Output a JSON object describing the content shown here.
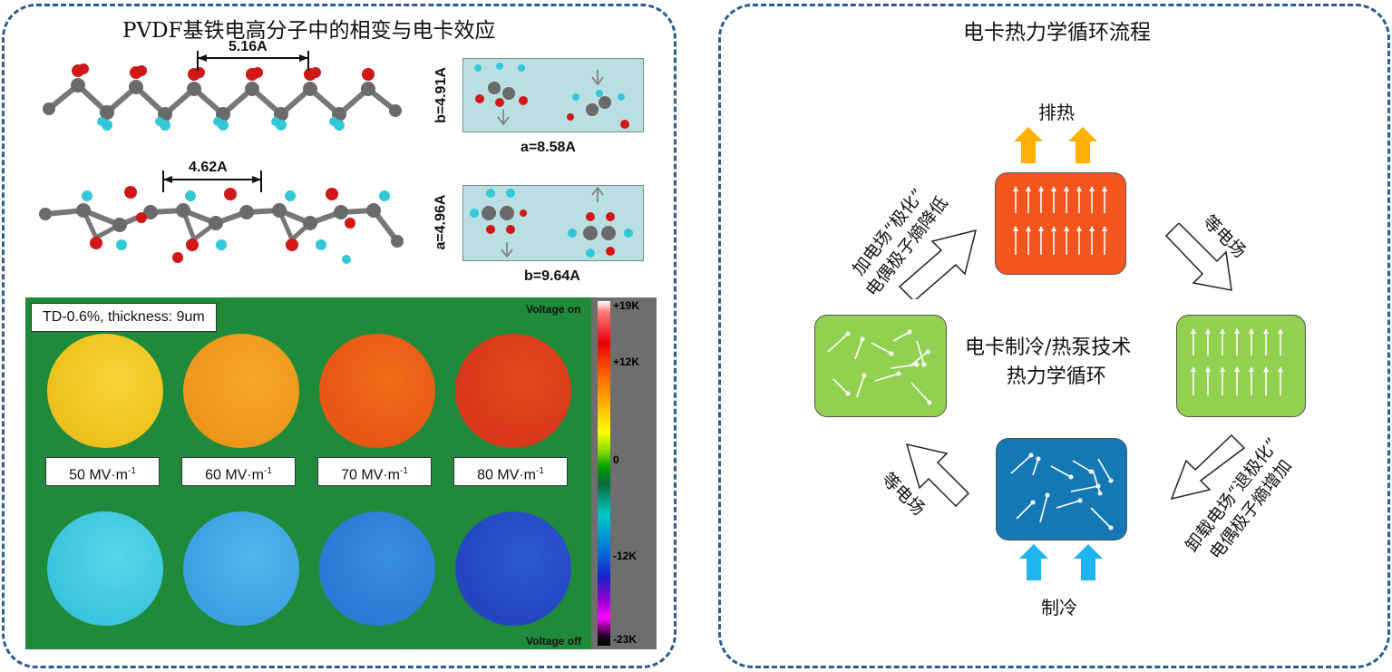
{
  "left_panel": {
    "title": "PVDF基铁电高分子中的相变与电卡效应",
    "top_chain_spacing": "5.16A",
    "bottom_chain_spacing": "4.62A",
    "top_cell_b": "b=4.91A",
    "top_cell_a": "a=8.58A",
    "bottom_cell_a": "a=4.96A",
    "bottom_cell_b": "b=9.64A",
    "thermal": {
      "label": "TD-0.6%, thickness: 9um",
      "fields": [
        {
          "value": "50 MV·m",
          "sup": "-1"
        },
        {
          "value": "60 MV·m",
          "sup": "-1"
        },
        {
          "value": "70 MV·m",
          "sup": "-1"
        },
        {
          "value": "80 MV·m",
          "sup": "-1"
        }
      ],
      "voltage_on": "Voltage on",
      "voltage_off": "Voltage off",
      "colorbar_ticks": [
        "+19K",
        "+12K",
        "0",
        "-12K",
        "-23K"
      ],
      "colors": {
        "background": "#1f8a3a",
        "on_dishes": [
          "#f3c21c",
          "#f29a1c",
          "#ea6a14",
          "#e0401a"
        ],
        "off_dishes": [
          "#3cc9e0",
          "#3aa6e6",
          "#2e7fdc",
          "#2850c8"
        ]
      }
    }
  },
  "right_panel": {
    "title": "电卡热力学循环流程",
    "heat_out": "排热",
    "cooling": "制冷",
    "center_line1": "电卡制冷/热泵技术",
    "center_line2": "热力学循环",
    "top_left_line1": "加电场“极化”",
    "top_left_line2": "电偶极子熵降低",
    "top_right": "等电场",
    "bottom_left": "等电场",
    "bottom_right_line1": "卸载电场“退极化”",
    "bottom_right_line2": "电偶极子熵增加",
    "colors": {
      "hot_state": "#f4541e",
      "aligned_state": "#92d050",
      "random_state": "#92d050",
      "cold_state": "#1478b4",
      "heat_arrow": "#ffb000",
      "cool_arrow": "#1eb4f0"
    }
  }
}
